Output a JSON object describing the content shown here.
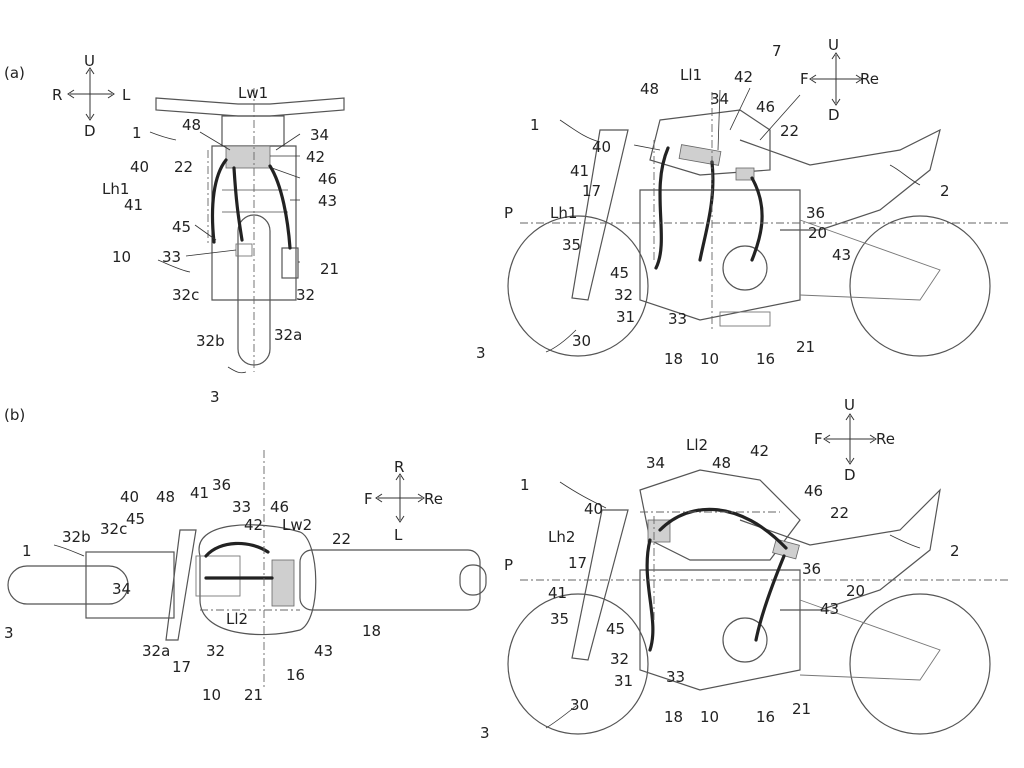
{
  "figure_labels": {
    "a": "(a)",
    "b": "(b)"
  },
  "directions": {
    "up": "U",
    "down": "D",
    "left": "L",
    "right": "R",
    "front": "F",
    "rear": "Re"
  },
  "plane_label": "P",
  "ref_labels": {
    "n1": "1",
    "n2": "2",
    "n3": "3",
    "n7": "7",
    "n10": "10",
    "n16": "16",
    "n17": "17",
    "n18": "18",
    "n20": "20",
    "n21": "21",
    "n22": "22",
    "n30": "30",
    "n31": "31",
    "n32": "32",
    "n32a": "32a",
    "n32b": "32b",
    "n32c": "32c",
    "n33": "33",
    "n34": "34",
    "n35": "35",
    "n36": "36",
    "n40": "40",
    "n41": "41",
    "n42": "42",
    "n43": "43",
    "n45": "45",
    "n46": "46",
    "n48": "48",
    "Lw1": "Lw1",
    "Lw2": "Lw2",
    "Lh1": "Lh1",
    "Lh2": "Lh2",
    "Ll1": "Ll1",
    "Ll2": "Ll2"
  }
}
